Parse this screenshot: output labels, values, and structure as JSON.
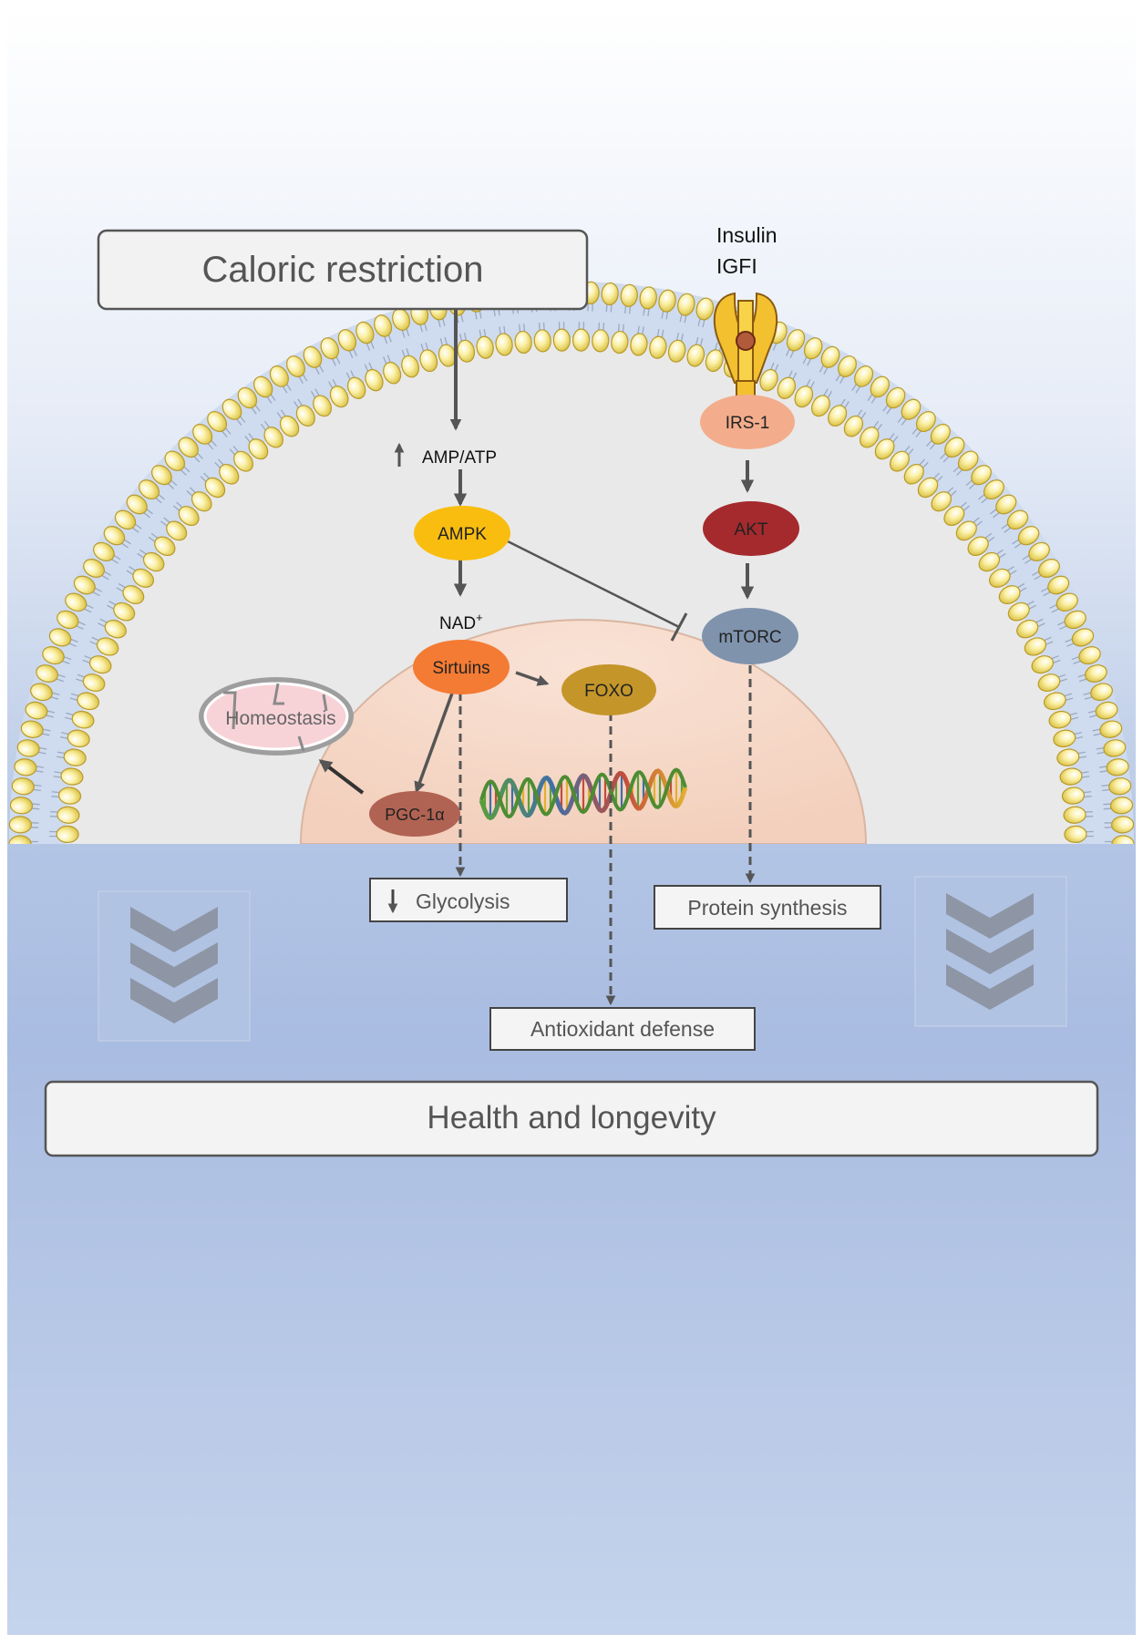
{
  "inputs": {
    "caloric_restriction": "Caloric restriction",
    "insulin": "Insulin",
    "igfi": "IGFI"
  },
  "pathway": {
    "amp_atp": "AMP/ATP",
    "ampk": "AMPK",
    "nad": "NAD",
    "nad_superscript": "+",
    "sirtuins": "Sirtuins",
    "foxo": "FOXO",
    "pgc1a": "PGC-1α",
    "irs1": "IRS-1",
    "akt": "AKT",
    "mtorc": "mTORC",
    "homeostasis": "Homeostasis"
  },
  "outcomes": {
    "glycolysis": "Glycolysis",
    "protein_synthesis": "Protein synthesis",
    "antioxidant_defense": "Antioxidant defense",
    "health_longevity": "Health and longevity"
  },
  "colors": {
    "ampk": "#f9bd10",
    "sirtuins": "#f47b33",
    "foxo": "#c4962a",
    "pgc1a": "#b16353",
    "irs1": "#f3ad8c",
    "akt": "#a52a2d",
    "mtorc": "#7f93ad",
    "nucleus": "#f7d9c9",
    "cytoplasm": "#ececec",
    "lipid_head": "#fbf0a6",
    "mitochondrion": "#f7d3d8",
    "receptor": "#f3c030"
  }
}
